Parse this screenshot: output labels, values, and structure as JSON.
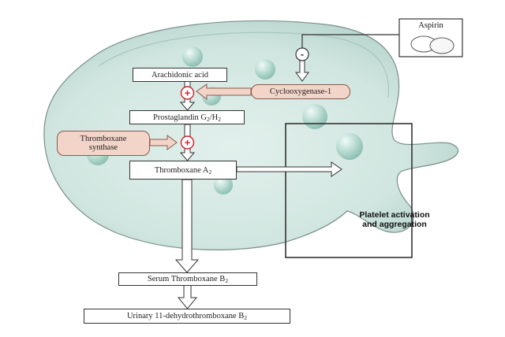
{
  "nodes": {
    "aspirin": "Aspirin",
    "arachidonic_acid": "Arachidonic acid",
    "cyclooxygenase": "Cyclooxygenase-1",
    "prostaglandin": {
      "main": "Prostaglandin G",
      "sub1": "2",
      "mid": "/H",
      "sub2": "2"
    },
    "thromboxane_synthase_line1": "Thromboxane",
    "thromboxane_synthase_line2": "synthase",
    "thromboxane_a2": {
      "main": "Thromboxane A",
      "sub": "2"
    },
    "platelet_line1": "Platelet activation",
    "platelet_line2": "and aggregation",
    "serum_thromboxane_b2": {
      "main": "Serum Thromboxane B",
      "sub": "2"
    },
    "urinary_metabolite": {
      "main": "Urinary 11-dehydrothromboxane B",
      "sub": "2"
    }
  },
  "symbols": {
    "inhibit": "-",
    "stimulate": "+"
  },
  "colors": {
    "cell_fill": "#d3e7e1",
    "granule": "#b6d8cf",
    "enzyme_fill": "#f2d4c8",
    "plus_mark": "#d21f2a"
  }
}
